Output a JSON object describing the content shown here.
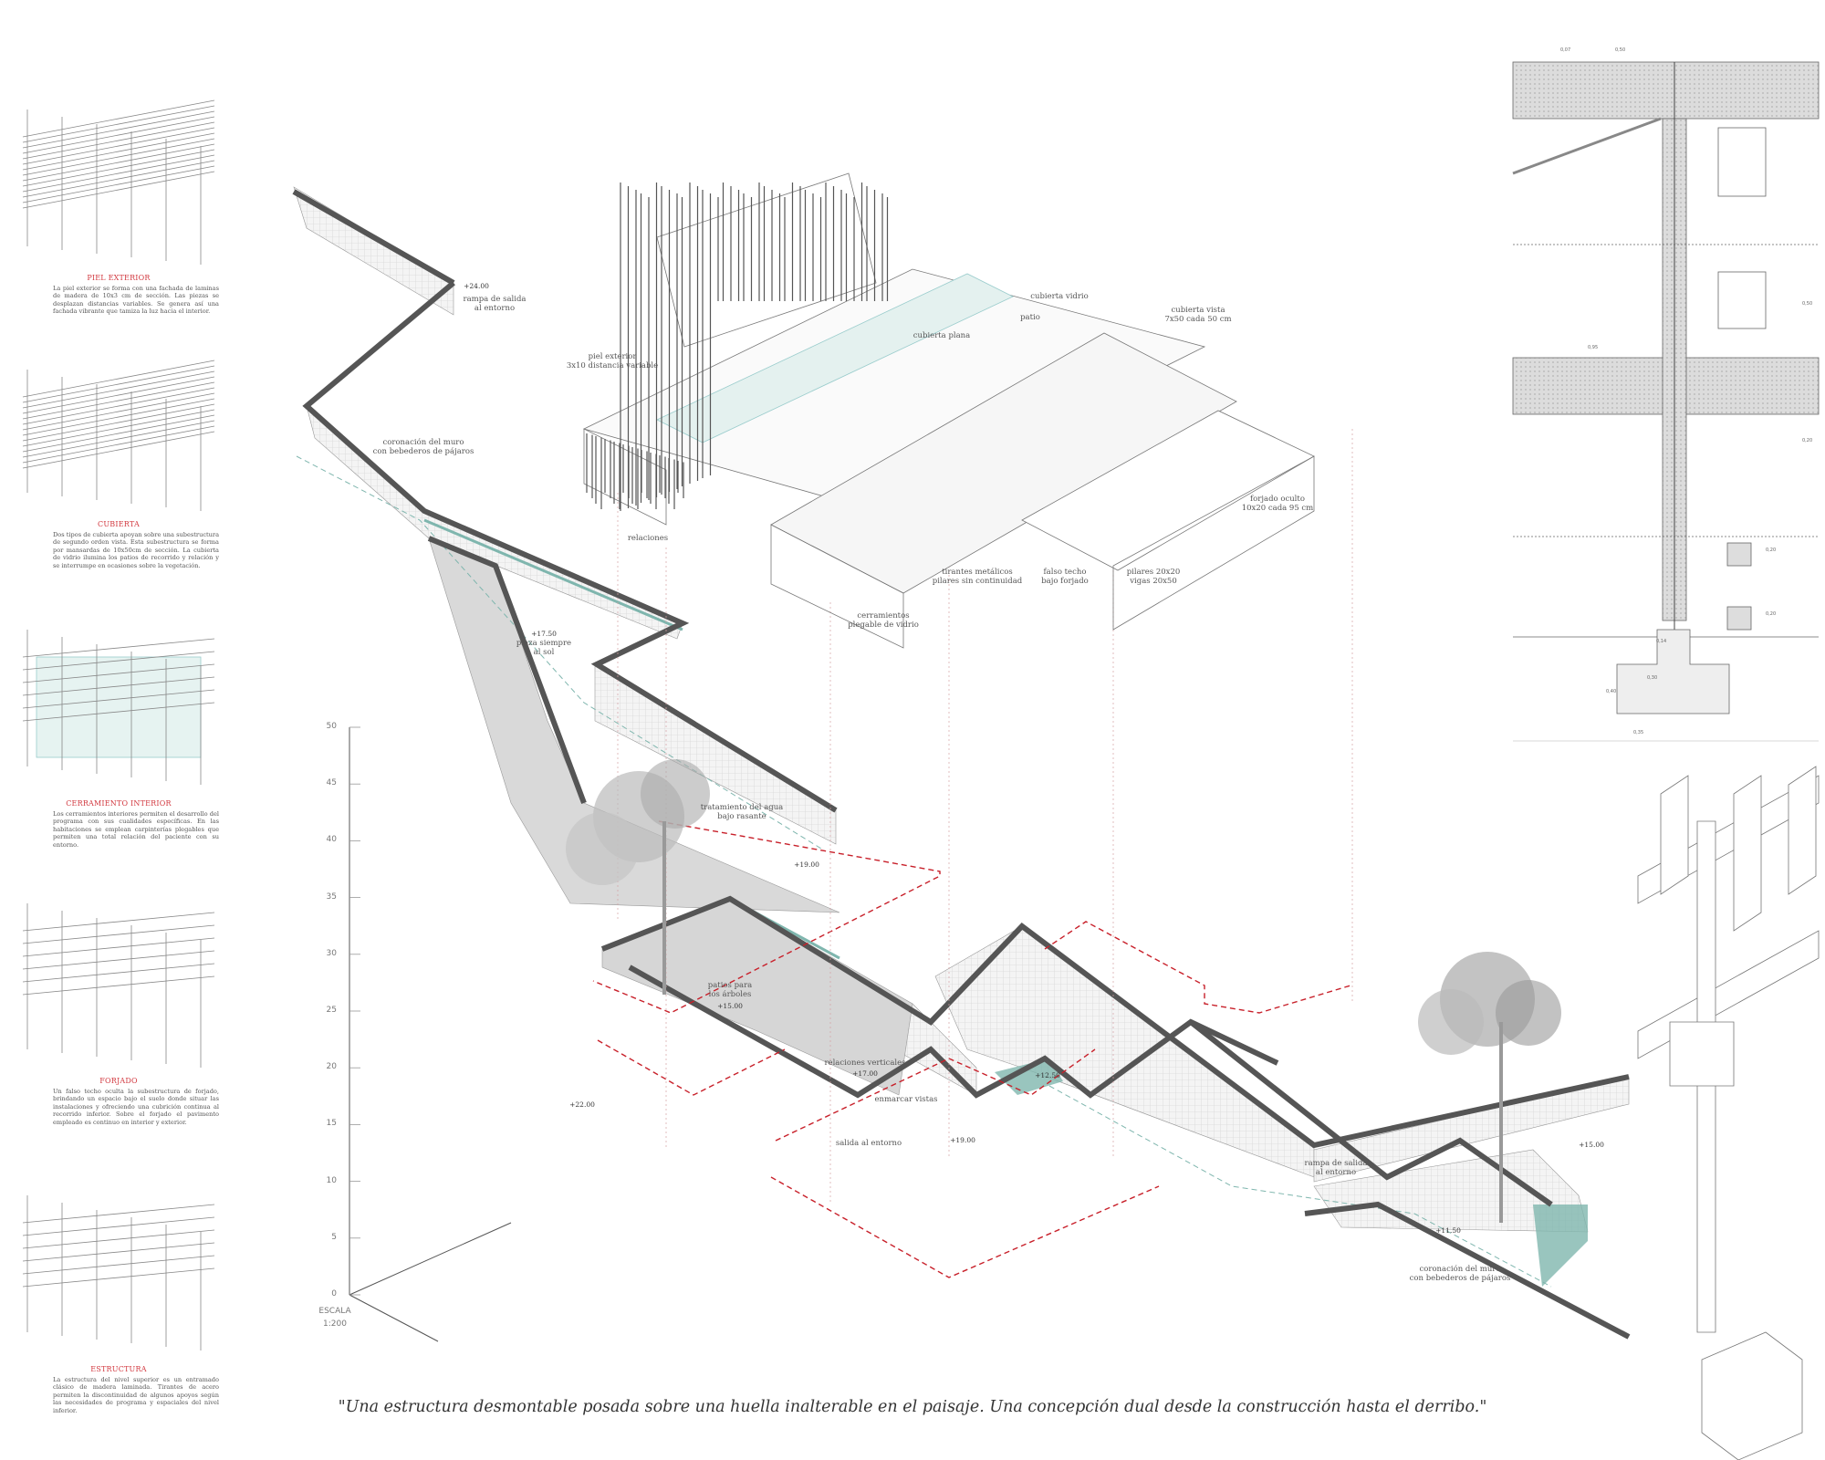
{
  "panels": [
    {
      "title": "PIEL EXTERIOR",
      "text": "La piel exterior se forma con una fachada de laminas de madera de 10x3 cm de sección. Las piezas se desplazan distancias variables. Se genera así una fachada vibrante que tamiza la luz hacia el interior."
    },
    {
      "title": "CUBIERTA",
      "text": "Dos tipos de cubierta apoyan sobre una subestructura de segundo orden vista. Esta subestructura se forma por mansardas de 10x50cm de sección. La cubierta de vidrio ilumina los patios de recorrido y relación y se interrumpe en ocasiones sobre la vegetación."
    },
    {
      "title": "CERRAMIENTO INTERIOR",
      "text": "Los cerramientos interiores permiten el desarrollo del programa con sus cualidades específicas. En las habitaciones se emplean carpinterías plegables que permiten una total relación del paciente con su entorno."
    },
    {
      "title": "FORJADO",
      "text": "Un falso techo oculta la subestructura de forjado, brindando un espacio bajo el suelo donde situar las instalaciones y ofreciendo una cubrición continua al recorrido inferior. Sobre el forjado el pavimento empleado es continuo en interior y exterior."
    },
    {
      "title": "ESTRUCTURA",
      "text": "La estructura del nivel superior es un entramado clásico de madera laminada. Tirantes de acero permiten la discontinuidad de algunos apoyos según las necesidades de programa y espaciales del nivel inferior."
    }
  ],
  "labels": {
    "rampa_top": "rampa de salida\nal entorno",
    "coronacion_top": "coronación del muro\ncon bebederos de pájaros",
    "plaza": "plaza siempre\nal sol",
    "piel": "piel exterior\n3x10 distancia variable",
    "relaciones": "relaciones",
    "cubierta_plana": "cubierta  plana",
    "cubierta_vidrio": "cubierta vidrio",
    "patio": "patio",
    "cubierta_vista": "cubierta vista\n7x50 cada 50 cm",
    "forjado_oculto": "forjado oculto\n10x20 cada 95 cm",
    "tirantes": "tirantes metálicos\npilares sin continuidad",
    "falso_techo": "falso techo\nbajo forjado",
    "pilares": "pilares 20x20\nvigas 20x50",
    "cerramientos": "cerramientos\nplegable de vidrio",
    "tratamiento": "tratamiento del agua\nbajo rasante",
    "patios_arboles": "patios para\nlos árboles",
    "relaciones_verticales": "relaciones verticales",
    "enmarcar": "enmarcar vistas",
    "salida": "salida al entorno",
    "rampa_bottom": "rampa de salida\nal entorno",
    "coronacion_bottom": "coronación del muro\ncon bebederos de pájaros"
  },
  "levels": {
    "l2400": "+24.00",
    "l1750": "+17.50",
    "l1900a": "+19.00",
    "l1500a": "+15.00",
    "l1700": "+17.00",
    "l2200": "+22.00",
    "l1900b": "+19.00",
    "l1250": "+12.50",
    "l1500b": "+15.00",
    "l1150": "+11.50"
  },
  "scale": {
    "ticks": [
      0,
      5,
      10,
      15,
      20,
      25,
      30,
      35,
      40,
      45,
      50
    ],
    "title": "ESCALA",
    "ratio": "1:200"
  },
  "details": {
    "dims": [
      "0,07",
      "0,50",
      "0,50",
      "0,95",
      "0,20",
      "0,20",
      "0,20",
      "0,14",
      "0,30",
      "0,40",
      "0,35"
    ]
  },
  "quote": "\"Una estructura desmontable posada sobre una huella inalterable en el paisaje. Una concepción dual desde la construcción hasta el derribo.\"",
  "colors": {
    "wall": "#555555",
    "glass": "#7fb6ae",
    "dashed": "#c8202a",
    "accent_title": "#d2383f"
  }
}
